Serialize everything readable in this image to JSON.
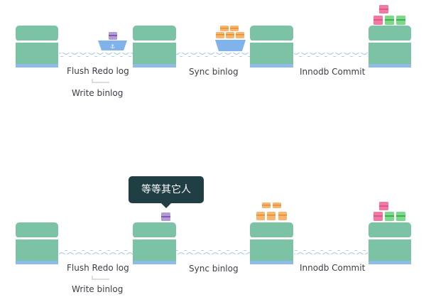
{
  "colors": {
    "island": "#7cc2a5",
    "island_dark": "#67b294",
    "water": "#8ebbe8",
    "wave": "#9cc7e6",
    "ship": "#7fb3ea",
    "cargo_purple": "#b49ad6",
    "cargo_orange": "#f6b66f",
    "cargo_pink": "#ef7aa4",
    "cargo_green": "#7bd98a",
    "tooltip_bg": "#1f3f44"
  },
  "top": {
    "step1_label": "Flush Redo log",
    "step1_sublabel": "Write binlog",
    "step2_label": "Sync binlog",
    "step3_label": "Innodb Commit"
  },
  "bottom": {
    "tooltip_text": "等等其它人",
    "step1_label": "Flush Redo log",
    "step1_sublabel": "Write binlog",
    "step2_label": "Sync binlog",
    "step3_label": "Innodb Commit"
  }
}
